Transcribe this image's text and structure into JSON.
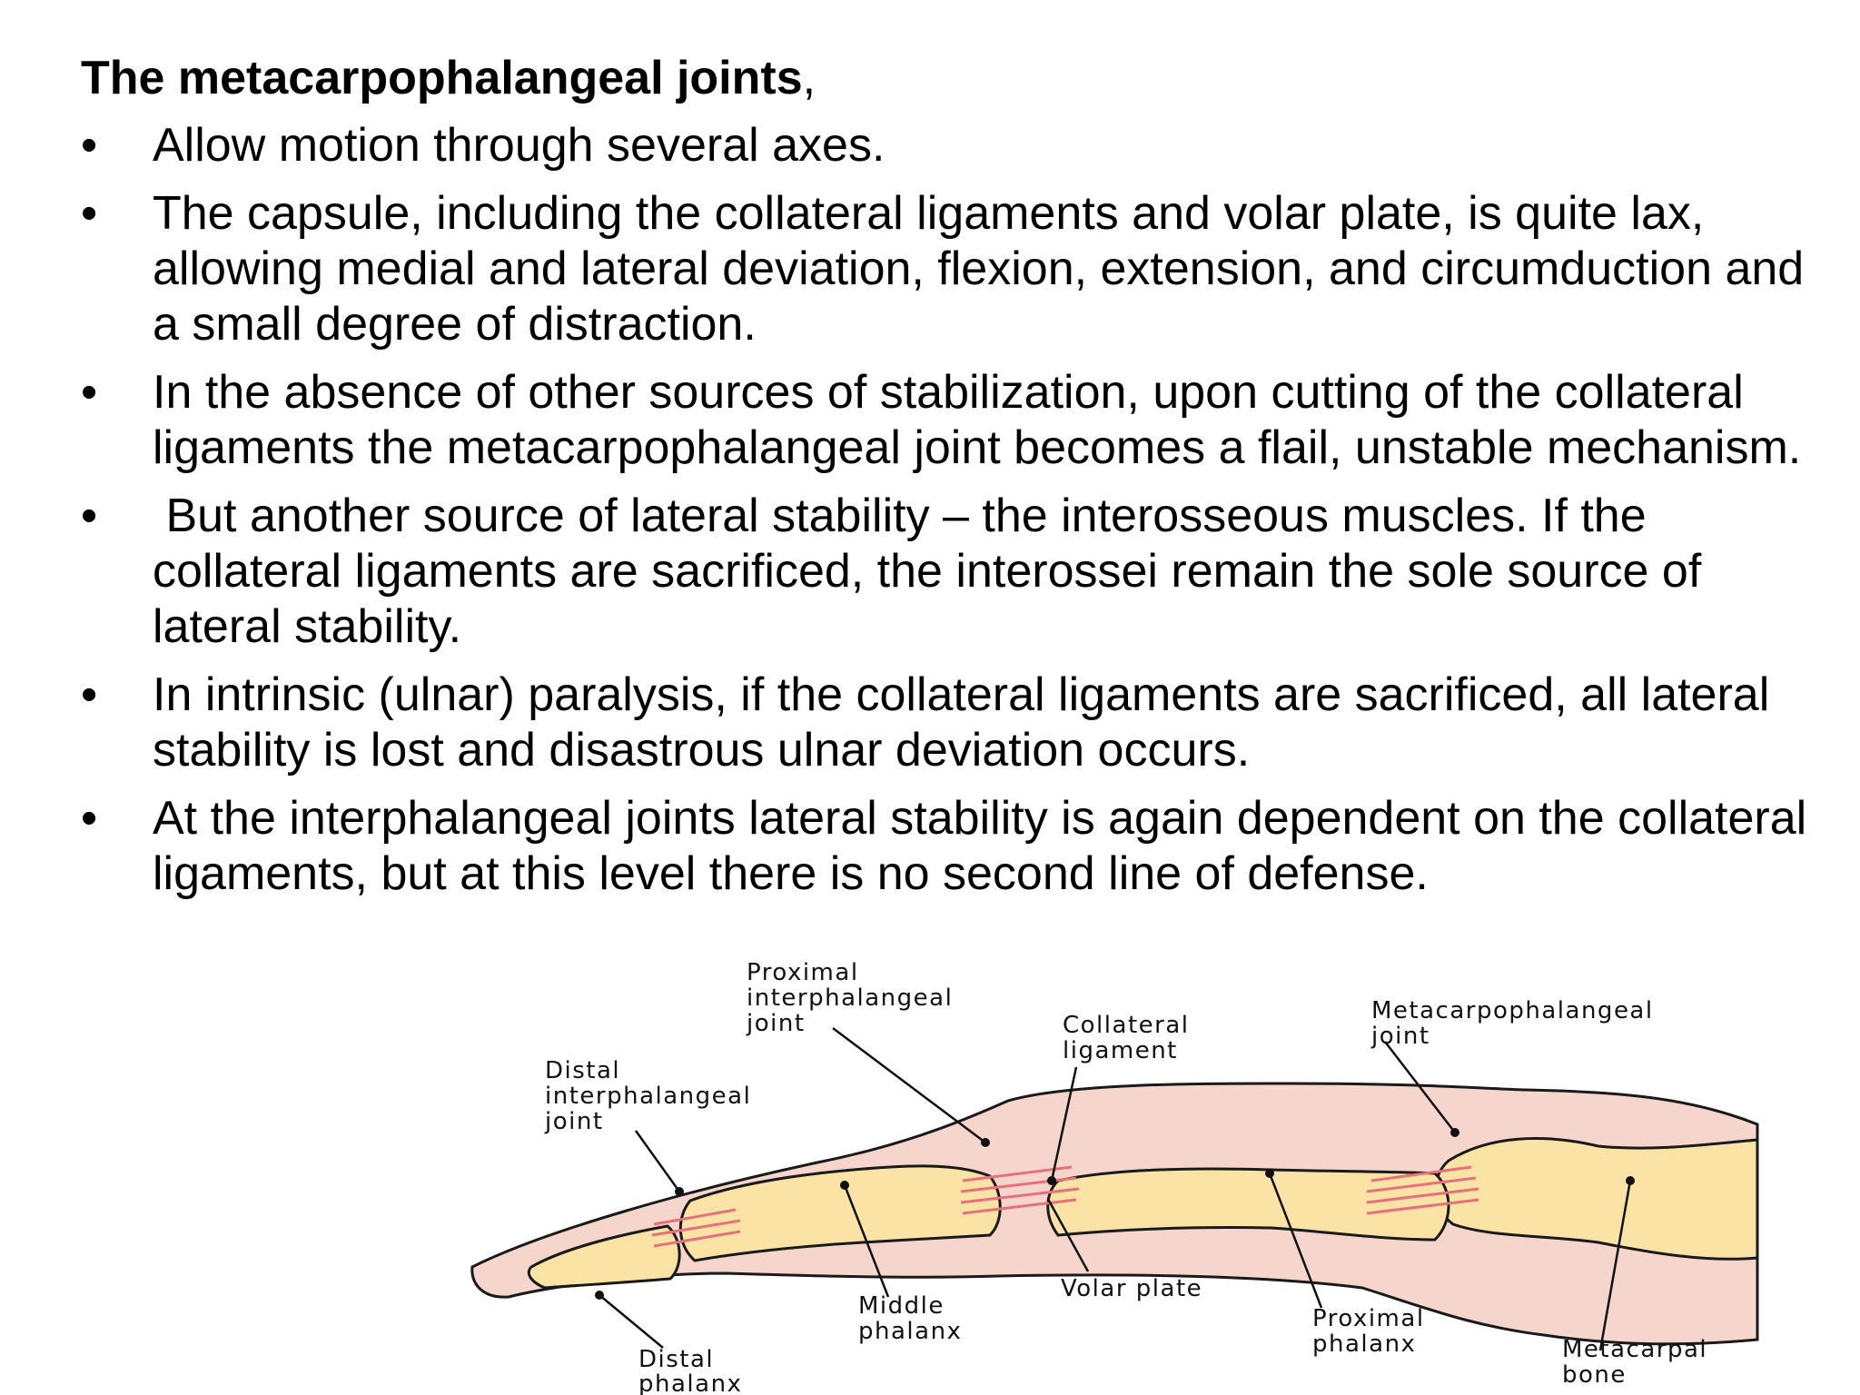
{
  "slide": {
    "title": "The metacarpophalangeal joints",
    "title_suffix": ",",
    "bullet_symbol": "•",
    "bullets": [
      "Allow motion through several axes.",
      "The capsule, including the collateral ligaments and volar plate, is quite lax, allowing medial and lateral deviation, flexion, extension, and circumduction and a small degree of distraction.",
      "In the absence of other sources of stabilization, upon cutting of the collateral ligaments the metacarpophalangeal joint becomes a flail, unstable mechanism.",
      " But another source of lateral stability – the interosseous muscles. If the collateral ligaments are sacrificed, the interossei remain the sole source of lateral stability.",
      "In intrinsic (ulnar) paralysis, if the collateral ligaments are sacrificed, all lateral stability is lost and disastrous ulnar deviation occurs.",
      "At the interphalangeal joints lateral stability is again dependent on the collateral ligaments, but at this level there is no second line of defense."
    ]
  },
  "figure": {
    "labels": {
      "pip": [
        "Proximal",
        "interphalangeal",
        "joint"
      ],
      "dip": [
        "Distal",
        "interphalangeal",
        "joint"
      ],
      "collateral": [
        "Collateral",
        "ligament"
      ],
      "mcp": [
        "Metacarpophalangeal",
        "joint"
      ],
      "volar": [
        "Volar plate"
      ],
      "middle": [
        "Middle",
        "phalanx"
      ],
      "proximal": [
        "Proximal",
        "phalanx"
      ],
      "distal": [
        "Distal",
        "phalanx"
      ],
      "metacarpal": [
        "Metacarpal",
        "bone"
      ]
    },
    "colors": {
      "skin": "#f6d5cc",
      "bone": "#fbe3a6",
      "ligament": "#e8707a",
      "outline": "#1a1a1a"
    }
  }
}
